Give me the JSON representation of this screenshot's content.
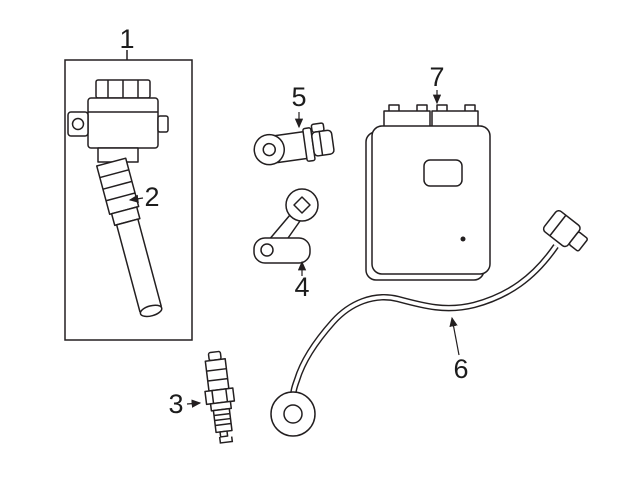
{
  "diagram": {
    "background": "#ffffff",
    "line_color": "#231f20",
    "callouts": [
      {
        "label": "1"
      },
      {
        "label": "2"
      },
      {
        "label": "3"
      },
      {
        "label": "4"
      },
      {
        "label": "5"
      },
      {
        "label": "6"
      },
      {
        "label": "7"
      }
    ]
  }
}
